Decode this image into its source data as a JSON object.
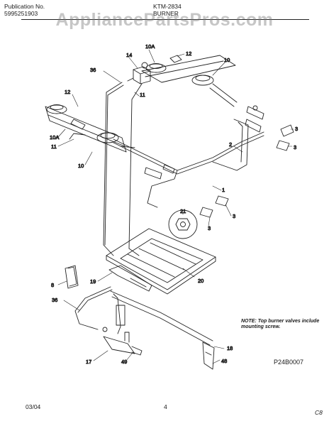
{
  "header": {
    "publication_label": "Publication No.",
    "publication_number": "5995251903",
    "model": "KTM-2834",
    "section": "BURNER"
  },
  "watermark": "AppliancePartsPros.com",
  "note": "NOTE: Top burner valves include mounting screw.",
  "diagram_code": "P24B0007",
  "footer": {
    "date": "03/04",
    "page": "4",
    "corner_mark": "C8"
  },
  "callouts": {
    "c10a_top": "10A",
    "c12_top": "12",
    "c14": "14",
    "c10_top": "10",
    "c36_top": "36",
    "c11_top": "11",
    "c12_left": "12",
    "c10a_left": "10A",
    "c11_left": "11",
    "c10_left": "10",
    "c3_a": "3",
    "c3_b": "3",
    "c2": "2",
    "c1": "1",
    "c3_c": "3",
    "c3_d": "3",
    "c21": "21",
    "c20": "20",
    "c8": "8",
    "c19": "19",
    "c36_bottom": "36",
    "c17": "17",
    "c49": "49",
    "c18": "18",
    "c48": "48"
  }
}
